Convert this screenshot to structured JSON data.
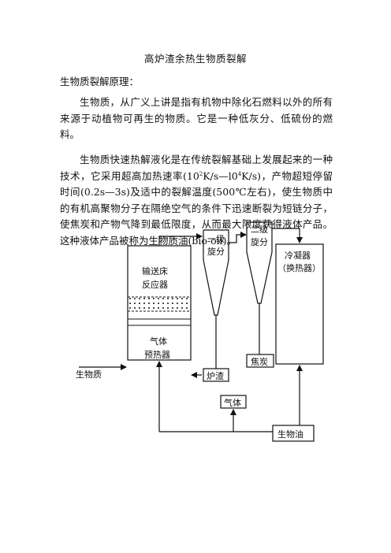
{
  "document": {
    "title": "高炉渣余热生物质裂解",
    "section_heading": "生物质裂解原理：",
    "paragraph_1": "生物质，从广义上讲是指有机物中除化石燃料以外的所有来源于动植物可再生的物质。它是一种低灰分、低硫份的燃料。",
    "paragraph_2_part_a": "生物质快速热解液化是在传统裂解基础上发展起来的一种技术，它采用超高加热速率(10",
    "paragraph_2_sup_a": "2",
    "paragraph_2_part_b": "K/s—l0",
    "paragraph_2_sup_b": "4",
    "paragraph_2_part_c": "K/s)，产物超短停留时间(0.2s—3s)及适中的裂解温度(500℃左右)，使生物质中的有机高聚物分子在隔绝空气的条件下迅速断裂为短链分子，使焦炭和产物气降到最低限度，从而最大限度获得液体产品。这种液体产品被称为生物质油(bio-oil)。"
  },
  "diagram": {
    "input_label": "生物质",
    "reactor_line1": "输送床",
    "reactor_line2": "反应器",
    "preheater_line1": "气体",
    "preheater_line2": "预热器",
    "cyclone1_line1": "一级",
    "cyclone1_line2": "旋分",
    "cyclone2_line1": "二级",
    "cyclone2_line2": "旋分",
    "slag_label": "炉渣",
    "coke_label": "焦炭",
    "gas_label": "气体",
    "condenser_line1": "冷凝器",
    "condenser_line2": "（换热器）",
    "bio_oil_label": "生物油"
  }
}
